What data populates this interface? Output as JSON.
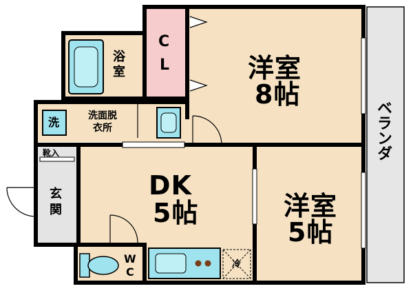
{
  "colors": {
    "floor": "#F6E2C3",
    "closet": "#F7CCCC",
    "balcony": "#E6E6E6",
    "entrance": "#E4E4E4",
    "fixture": "#9FE3EE",
    "wall": "#000000"
  },
  "rooms": {
    "western_8": {
      "name": "洋室",
      "size": "8帖"
    },
    "western_5": {
      "name": "洋室",
      "size": "5帖"
    },
    "dk": {
      "name": "DK",
      "size": "5帖"
    },
    "closet": {
      "line1": "C",
      "line2": "L"
    },
    "bath": {
      "label": "浴\n室"
    },
    "washroom": {
      "label": "洗面脱\n衣所"
    },
    "washer": {
      "label": "洗"
    },
    "entrance": {
      "label": "玄\n関"
    },
    "shoe_box": {
      "label": "靴入"
    },
    "toilet": {
      "label": "W\nC"
    },
    "fridge": {
      "label": "冷"
    },
    "balcony": {
      "label": "ベランダ"
    }
  }
}
